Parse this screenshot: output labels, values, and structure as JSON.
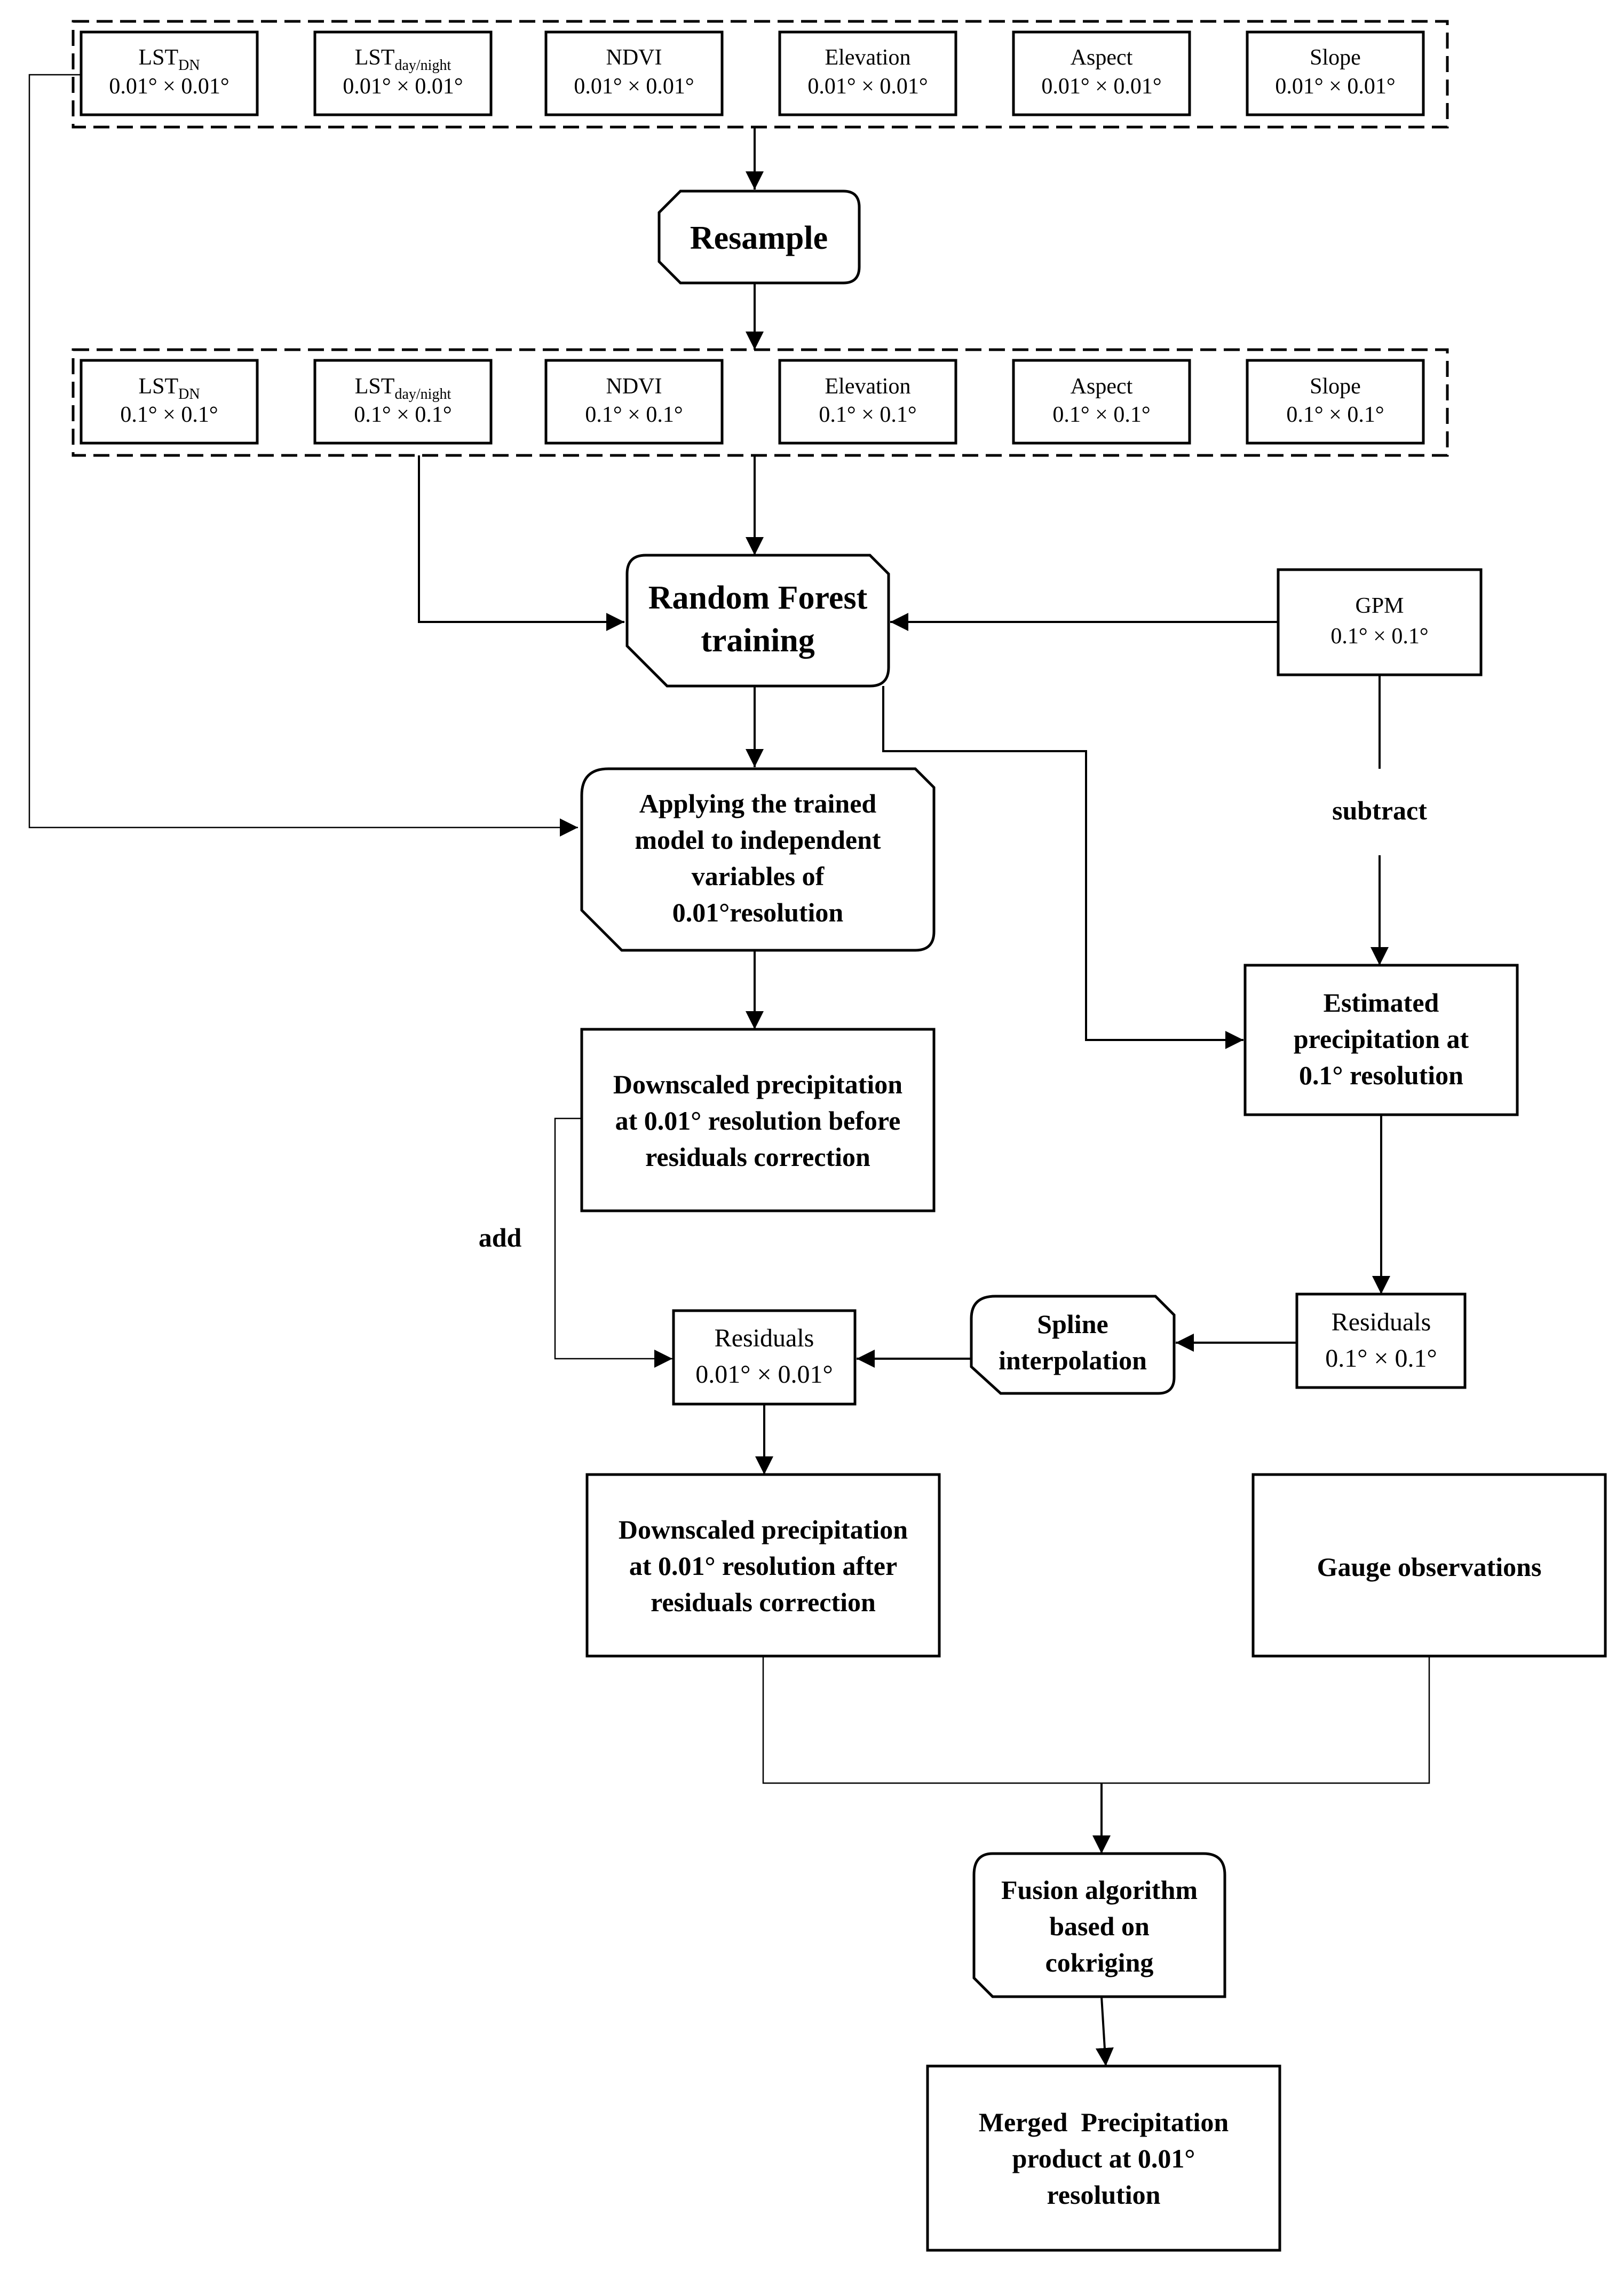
{
  "top_inputs": {
    "res_label": "0.01° × 0.01°",
    "items": [
      {
        "name": "LST",
        "sub": "DN"
      },
      {
        "name": "LST",
        "sub": "day/night"
      },
      {
        "name": "NDVI",
        "sub": ""
      },
      {
        "name": "Elevation",
        "sub": ""
      },
      {
        "name": "Aspect",
        "sub": ""
      },
      {
        "name": "Slope",
        "sub": ""
      }
    ]
  },
  "resample": {
    "label": "Resample"
  },
  "coarse_inputs": {
    "res_label": "0.1° × 0.1°",
    "items": [
      {
        "name": "LST",
        "sub": "DN"
      },
      {
        "name": "LST",
        "sub": "day/night"
      },
      {
        "name": "NDVI",
        "sub": ""
      },
      {
        "name": "Elevation",
        "sub": ""
      },
      {
        "name": "Aspect",
        "sub": ""
      },
      {
        "name": "Slope",
        "sub": ""
      }
    ]
  },
  "rf_training": {
    "line1": "Random Forest",
    "line2": "training"
  },
  "gpm": {
    "name": "GPM",
    "res": "0.1° × 0.1°"
  },
  "subtract_label": "subtract",
  "apply_model": {
    "lines": [
      "Applying the trained",
      "model to independent",
      "variables of",
      "0.01°resolution"
    ]
  },
  "estimated_precip": {
    "lines": [
      "Estimated",
      "precipitation at",
      "0.1° resolution"
    ]
  },
  "downscaled_before": {
    "lines": [
      "Downscaled precipitation",
      "at 0.01° resolution before",
      "residuals correction"
    ]
  },
  "add_label": "add",
  "residuals_fine": {
    "name": "Residuals",
    "res": "0.01° × 0.01°"
  },
  "spline": {
    "line1": "Spline",
    "line2": "interpolation"
  },
  "residuals_coarse": {
    "name": "Residuals",
    "res": "0.1° × 0.1°"
  },
  "downscaled_after": {
    "lines": [
      "Downscaled precipitation",
      "at 0.01° resolution after",
      "residuals correction"
    ]
  },
  "gauge": {
    "label": "Gauge observations"
  },
  "fusion": {
    "lines": [
      "Fusion algorithm",
      "based on",
      "cokriging"
    ]
  },
  "merged": {
    "lines": [
      "Merged  Precipitation",
      "product at 0.01°",
      "resolution"
    ]
  }
}
